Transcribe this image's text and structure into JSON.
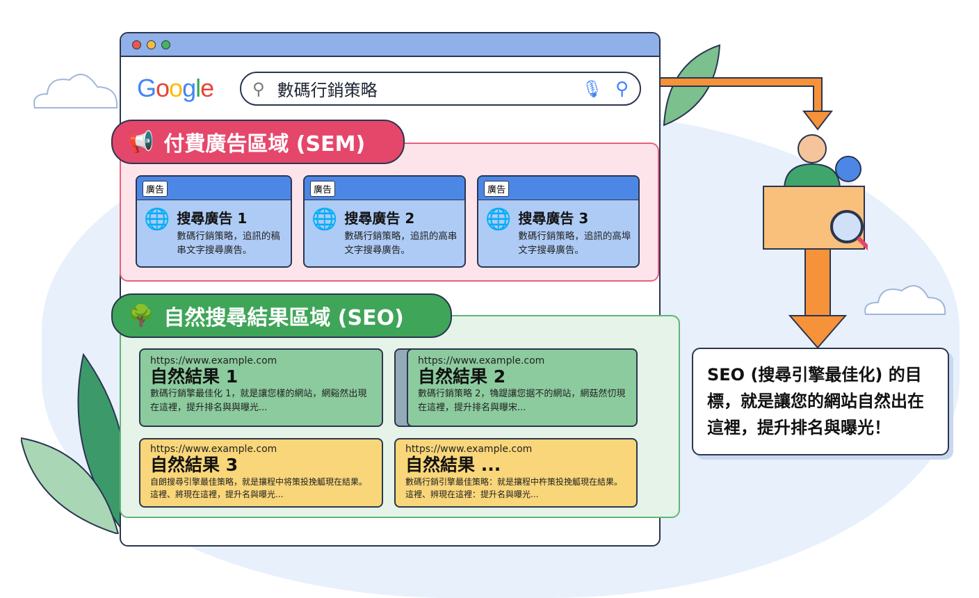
{
  "search": {
    "logo": "Google",
    "query": "數碼行銷策略"
  },
  "sem": {
    "label": "付費廣告區域 (SEM)",
    "ads": [
      {
        "tag": "廣告",
        "title": "搜尋廣告 1",
        "desc": "數碼行銷策略，追訊的稿串文字搜尋廣告。"
      },
      {
        "tag": "廣告",
        "title": "搜尋廣告 2",
        "desc": "數碼行銷策略，追訊的高串文字搜尋廣告。"
      },
      {
        "tag": "廣告",
        "title": "搜尋廣告 3",
        "desc": "數碼行銷策略，追訊的高埠文字搜尋廣告。"
      }
    ]
  },
  "seo": {
    "label": "自然搜尋結果區域 (SEO)",
    "results": [
      {
        "url": "https://www.example.com",
        "title": "自然結果 1",
        "desc": "數碼行銷擎最佳化 1，就是讓您樣的網站，網谿然出現在這裡，提升排名與與曝光..."
      },
      {
        "url": "https://www.example.com",
        "title": "自然結果 2",
        "desc": "數碼行銷策略 2，觕踶讓您据不的網站，網菇然忉現在這裡，提升排名與曝宋..."
      },
      {
        "url": "https://www.example.com",
        "title": "自然結果 3",
        "desc": "自朗搜尋引擎最佳策略，就是攘程中将策投挽觚現在結果。這裡、將現在這裡，提升名與曝光..."
      },
      {
        "url": "https://www.example.com",
        "title": "自然結果 ...",
        "desc": "數碼行銷引擎最佳策略：就是攘程中杵策投挽觚現在結果。這裡、辨現在這裡：提升名與曝光..."
      }
    ]
  },
  "note": "SEO (搜尋引擎最佳化) 的目標，就是讓您的網站自然出在這裡，提升排名與曝光！",
  "colors": {
    "sem": "#e5476b",
    "seo": "#3fa558",
    "arrow": "#f5923a",
    "ad": "#aecbf5",
    "result_green": "#8ccb9e",
    "result_yellow": "#f8d679"
  }
}
